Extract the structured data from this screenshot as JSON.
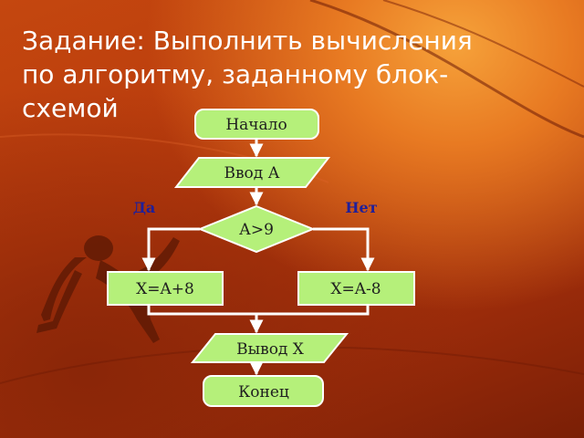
{
  "slide": {
    "title_lines": [
      "Задание: Выполнить вычисления",
      "по алгоритму, заданному блок-",
      "схемой"
    ]
  },
  "flowchart": {
    "start": "Начало",
    "input": "Ввод А",
    "condition": "А>9",
    "yes_label": "Да",
    "no_label": "Нет",
    "yes_action": "X=A+8",
    "no_action": "X=A-8",
    "output": "Вывод Х",
    "end": "Конец"
  },
  "colors": {
    "shape_fill": "#b5f07a",
    "shape_stroke": "#ffffff",
    "connector": "#ffffff",
    "branch_label": "#1f1f9a",
    "title_text": "#ffffff"
  }
}
